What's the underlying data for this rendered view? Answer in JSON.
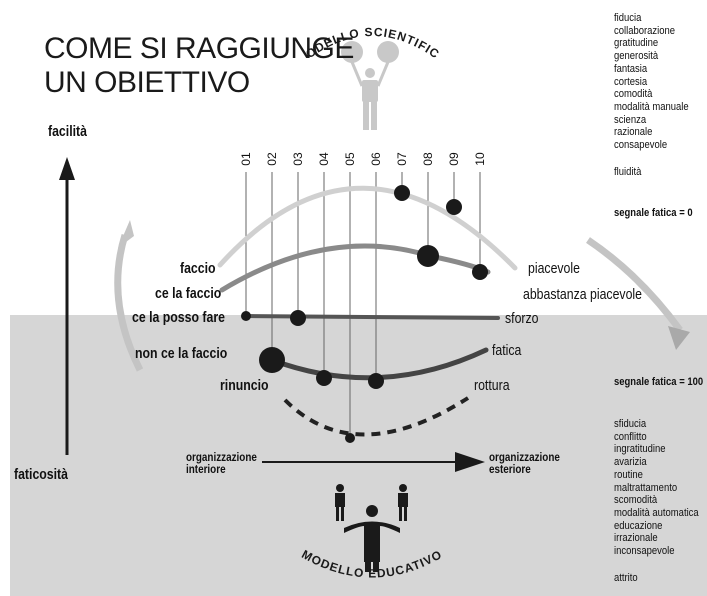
{
  "title": {
    "line1": "COME SI RAGGIUNGE",
    "line2": "UN OBIETTIVO"
  },
  "models": {
    "top": "MODELLO SCIENTIFICO",
    "bottom": "MODELLO EDUCATIVO"
  },
  "axis": {
    "top_label": "facilità",
    "bottom_label": "faticosità"
  },
  "columns": [
    "01",
    "02",
    "03",
    "04",
    "05",
    "06",
    "07",
    "08",
    "09",
    "10"
  ],
  "left_labels": {
    "faccio": "faccio",
    "ce_la_faccio": "ce la faccio",
    "ce_la_posso_fare": "ce la posso fare",
    "non_ce_la_faccio": "non ce la faccio",
    "rinuncio": "rinuncio"
  },
  "right_labels": {
    "piacevole": "piacevole",
    "abbastanza_piacevole": "abbastanza piacevole",
    "sforzo": "sforzo",
    "fatica": "fatica",
    "rottura": "rottura"
  },
  "positive_words": [
    "fiducia",
    "collaborazione",
    "gratitudine",
    "generosità",
    "fantasia",
    "cortesia",
    "comodità",
    "modalità manuale",
    "scienza",
    "razionale",
    "consapevole"
  ],
  "positive_extra": "fluidità",
  "signal_top": "segnale fatica = 0",
  "signal_bottom": "segnale fatica = 100",
  "negative_words": [
    "sfiducia",
    "conflitto",
    "ingratitudine",
    "avarizia",
    "routine",
    "maltrattamento",
    "scomodità",
    "modalità automatica",
    "educazione",
    "irrazionale",
    "inconsapevole"
  ],
  "negative_extra": "attrito",
  "organization": {
    "left_line1": "organizzazione",
    "left_line2": "interiore",
    "right_line1": "organizzazione",
    "right_line2": "esteriore"
  },
  "colors": {
    "lower_band": "#d6d6d6",
    "dark": "#1a1a1a",
    "light_arc": "#cccccc",
    "mid_arc": "#8a8a8a",
    "big_arrow": "#c4c4c4"
  },
  "icons": [
    "person-holding-two-circles-icon",
    "person-icon",
    "arrow-up-icon",
    "arrow-right-icon",
    "curved-arrow-icon"
  ]
}
